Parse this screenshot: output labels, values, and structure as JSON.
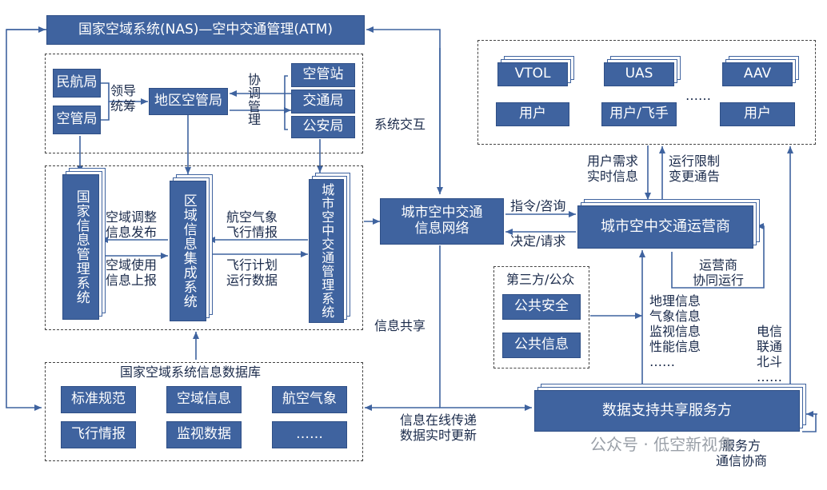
{
  "top": {
    "nas_atm": "国家空域系统(NAS)—空中交通管理(ATM)"
  },
  "left_top": {
    "civil_aviation": "民航局",
    "atc_bureau": "空管局",
    "lead_label": [
      "领导",
      "统筹"
    ],
    "regional_atc": "地区空管局",
    "coord_label": [
      "协",
      "调",
      "管",
      "理"
    ],
    "atc_station": "空管站",
    "traffic_bureau": "交通局",
    "police_bureau": "公安局"
  },
  "systems": {
    "national_info": "国家信息管理系统",
    "regional_info": "区域信息集成系统",
    "urban_atm": "城市空中交通管理系统",
    "adjust_label": [
      "空域调整",
      "信息发布"
    ],
    "use_label": [
      "空域使用",
      "信息上报"
    ],
    "weather_label": [
      "航空气象",
      "飞行情报"
    ],
    "plan_label": [
      "飞行计划",
      "运行数据"
    ]
  },
  "database": {
    "title": "国家空域系统信息数据库",
    "items": [
      "标准规范",
      "空域信息",
      "航空气象",
      "飞行情报",
      "监视数据",
      "……"
    ]
  },
  "center": {
    "network": [
      "城市空中交通",
      "信息网络"
    ],
    "sys_interact": "系统交互",
    "info_share": "信息共享",
    "online": [
      "信息在线传递",
      "数据实时更新"
    ],
    "command": "指令/咨询",
    "decision": "决定/请求"
  },
  "users": {
    "vehicles": [
      "VTOL",
      "UAS",
      "AAV"
    ],
    "roles": [
      "用户",
      "用户/飞手",
      "用户"
    ],
    "ellipsis": "……",
    "demand_label": [
      "用户需求",
      "实时信息"
    ],
    "limit_label": [
      "运行限制",
      "变更通告"
    ]
  },
  "operator": {
    "name": "城市空中交通运营商",
    "coop_label": [
      "运营商",
      "协同运行"
    ]
  },
  "third_party": {
    "title": "第三方/公众",
    "items": [
      "公共安全",
      "公共信息"
    ]
  },
  "data_types": [
    "地理信息",
    "气象信息",
    "监视信息",
    "性能信息",
    "……"
  ],
  "telecom": [
    "电信",
    "联通",
    "北斗",
    "……"
  ],
  "support": {
    "name": "数据支持共享服务方",
    "coop_label": [
      "服务方",
      "通信协商"
    ]
  },
  "watermark": "公众号 · 低空新视角"
}
